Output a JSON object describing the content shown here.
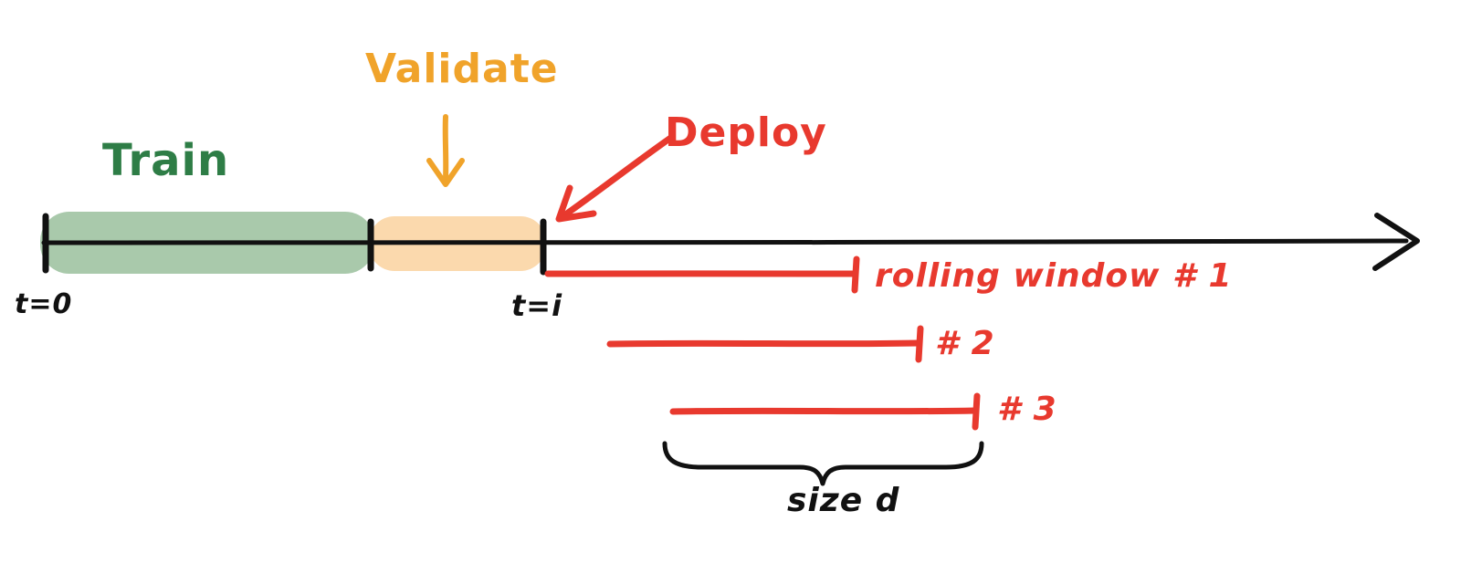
{
  "diagram": {
    "type": "hand-drawn rolling-window timeline diagram",
    "timeline": {
      "start_tick_label": "t=0",
      "deploy_tick_label": "t=i"
    },
    "segments": {
      "train": {
        "label": "Train",
        "text_color": "#2e7d46",
        "highlight_color": "#a9c9ab"
      },
      "validate": {
        "label": "Validate",
        "text_color": "#f0a32a",
        "highlight_color": "#fbd9ad"
      },
      "deploy": {
        "label": "Deploy",
        "text_color": "#e8392e"
      }
    },
    "rolling_windows": [
      {
        "label": "rolling window # 1"
      },
      {
        "label": "# 2"
      },
      {
        "label": "# 3"
      }
    ],
    "brace": {
      "label": "size d"
    },
    "colors": {
      "timeline": "#111111",
      "rolling_window": "#e8392e",
      "validate_arrow": "#f0a32a",
      "deploy_arrow": "#e8392e"
    }
  }
}
